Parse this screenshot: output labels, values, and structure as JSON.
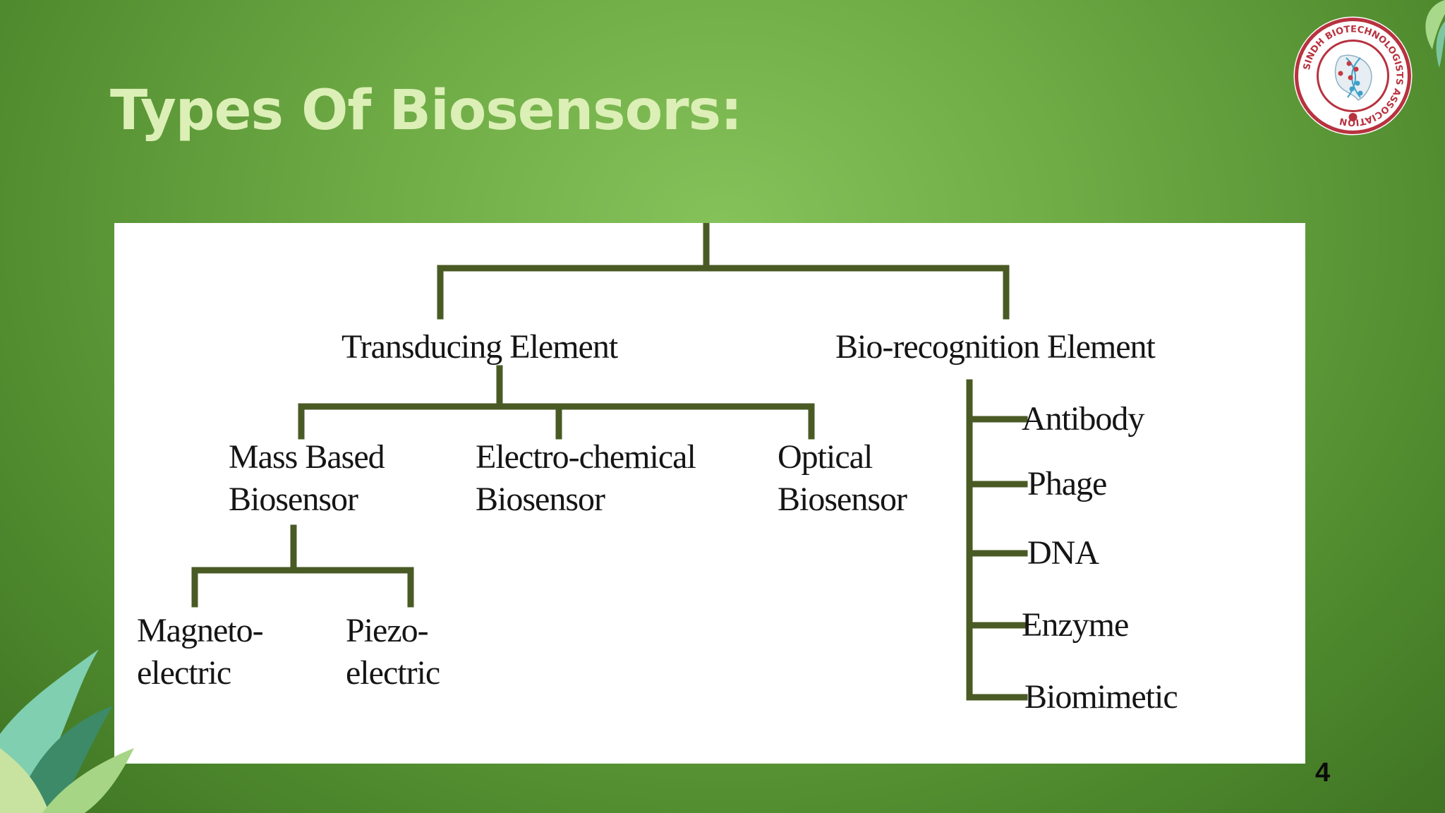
{
  "slide": {
    "title": "Types Of Biosensors:",
    "page_number": "4"
  },
  "logo": {
    "text": "SINDH BIOTECHNOLOGISTS ASSOCIATION"
  },
  "diagram": {
    "line_color": "#4a5a24",
    "nodes": {
      "transducing": "Transducing Element",
      "biorecognition": "Bio-recognition Element",
      "mass_line1": "Mass Based",
      "mass_line2": "Biosensor",
      "electro_line1": "Electro-chemical",
      "electro_line2": "Biosensor",
      "optical_line1": "Optical",
      "optical_line2": "Biosensor",
      "magneto_line1": "Magneto-",
      "magneto_line2": "electric",
      "piezo_line1": "Piezo-",
      "piezo_line2": "electric",
      "antibody": "Antibody",
      "phage": "Phage",
      "dna": "DNA",
      "enzyme": "Enzyme",
      "biomimetic": "Biomimetic"
    }
  }
}
